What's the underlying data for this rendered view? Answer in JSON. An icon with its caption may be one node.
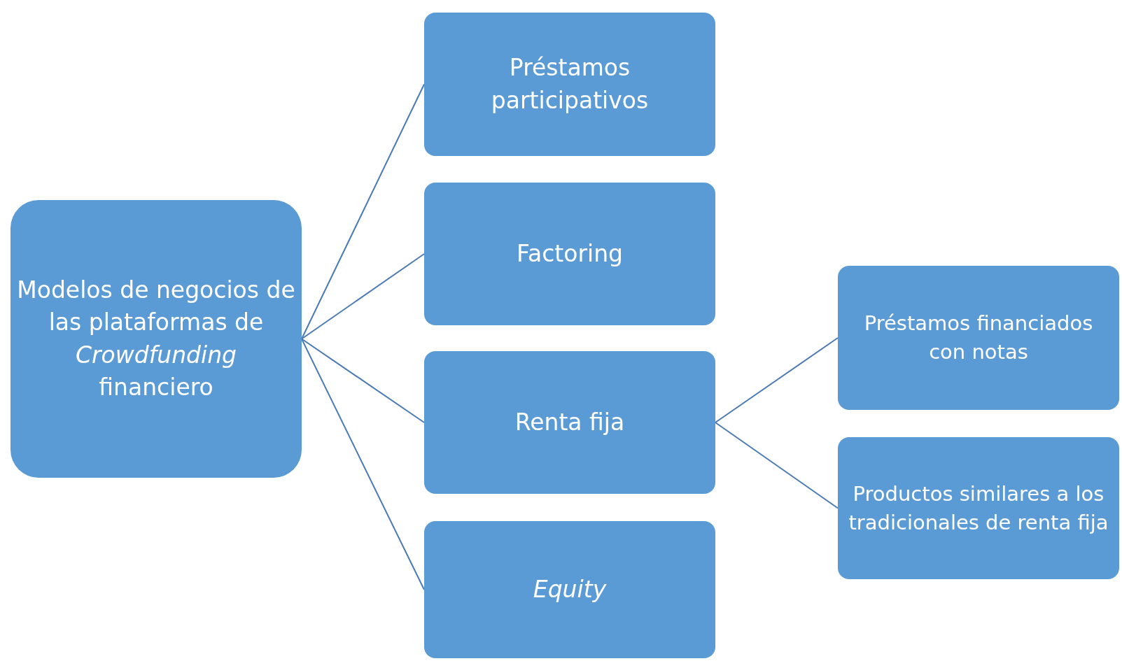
{
  "diagram": {
    "nodes": [
      {
        "text": [
          "Modelos de negocios de las plataformas de *Crowdfunding* financiero"
        ]
      },
      {
        "text": [
          "Préstamos participativos"
        ]
      },
      {
        "text": [
          "Factoring"
        ]
      },
      {
        "text": [
          "Renta fija"
        ]
      },
      {
        "text": [
          "Equity"
        ]
      },
      {
        "text": [
          "Préstamos financiados con notas"
        ]
      },
      {
        "text": [
          "Productos similares a los tradicionales de renta fija"
        ]
      }
    ],
    "edges": [
      {
        "from": 0,
        "to": 1,
        "arrow": "none"
      },
      {
        "from": 0,
        "to": 2,
        "arrow": "none"
      },
      {
        "from": 0,
        "to": 3,
        "arrow": "none"
      },
      {
        "from": 0,
        "to": 4,
        "arrow": "none"
      },
      {
        "from": 3,
        "to": 5,
        "arrow": "none"
      },
      {
        "from": 3,
        "to": 6,
        "arrow": "none"
      }
    ]
  }
}
